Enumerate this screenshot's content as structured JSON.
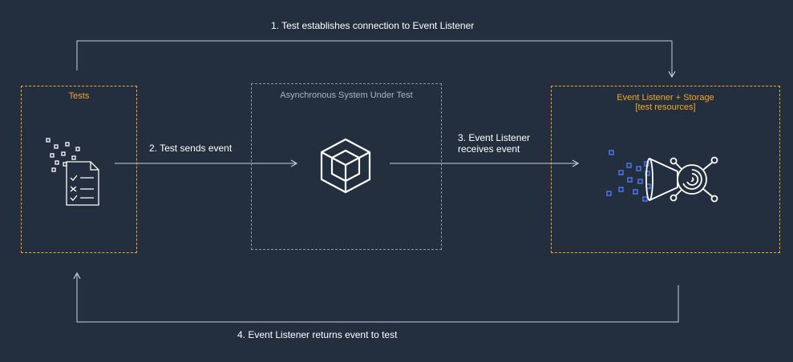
{
  "boxes": {
    "tests": {
      "title": "Tests"
    },
    "system": {
      "title": "Asynchronous System Under Test"
    },
    "listener": {
      "title_line1": "Event Listener + Storage",
      "title_line2": "[test resources]"
    }
  },
  "steps": {
    "step1": "1. Test establishes connection to Event Listener",
    "step2": "2. Test sends event",
    "step3_line1": "3. Event Listener",
    "step3_line2": "receives event",
    "step4": "4. Event Listener returns event to test"
  },
  "icons": {
    "tests": "checklist-document-icon",
    "system": "cube-icon",
    "listener": "event-funnel-fingerprint-icon"
  },
  "colors": {
    "background": "#232f3e",
    "accent_orange": "#f5a623",
    "box_grey": "#8d96a3",
    "event_blue": "#4d7cfe",
    "line": "#c8cfd8"
  }
}
